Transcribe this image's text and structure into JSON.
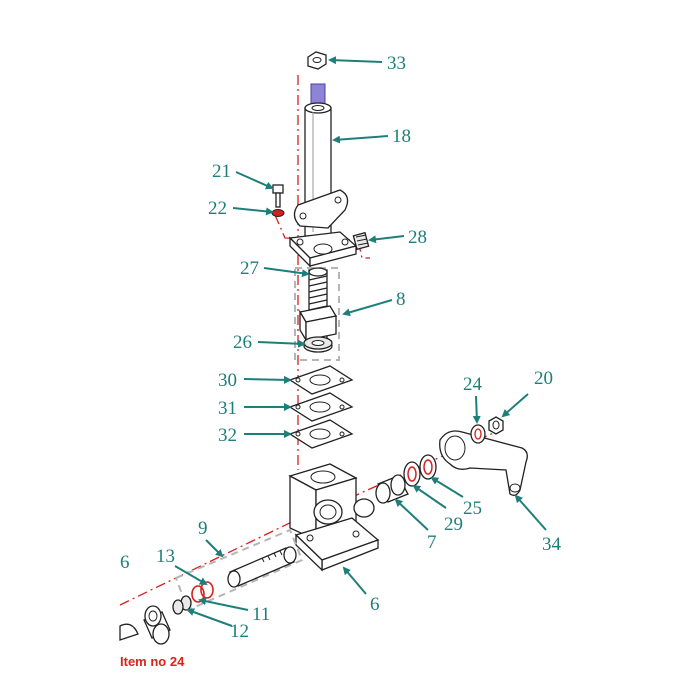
{
  "caption": "Item no 24",
  "colors": {
    "callout": "#1e7f7a",
    "axis": "#d71f1f",
    "caption": "#e0211b",
    "outline": "#222222"
  },
  "callouts": [
    {
      "id": "33",
      "label": "33"
    },
    {
      "id": "18",
      "label": "18"
    },
    {
      "id": "21",
      "label": "21"
    },
    {
      "id": "22",
      "label": "22"
    },
    {
      "id": "28",
      "label": "28"
    },
    {
      "id": "27",
      "label": "27"
    },
    {
      "id": "8",
      "label": "8"
    },
    {
      "id": "26",
      "label": "26"
    },
    {
      "id": "30",
      "label": "30"
    },
    {
      "id": "31",
      "label": "31"
    },
    {
      "id": "32",
      "label": "32"
    },
    {
      "id": "24",
      "label": "24"
    },
    {
      "id": "20",
      "label": "20"
    },
    {
      "id": "25",
      "label": "25"
    },
    {
      "id": "29",
      "label": "29"
    },
    {
      "id": "7",
      "label": "7"
    },
    {
      "id": "34",
      "label": "34"
    },
    {
      "id": "9",
      "label": "9"
    },
    {
      "id": "13",
      "label": "13"
    },
    {
      "id": "6a",
      "label": "6"
    },
    {
      "id": "11",
      "label": "11"
    },
    {
      "id": "12",
      "label": "12"
    },
    {
      "id": "6b",
      "label": "6"
    }
  ]
}
